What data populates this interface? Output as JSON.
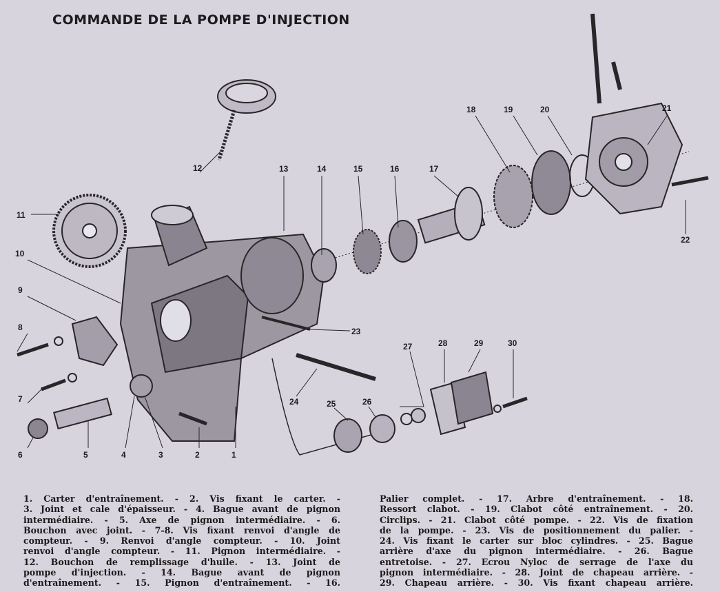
{
  "title": "COMMANDE DE LA POMPE D'INJECTION",
  "callouts": [
    "1",
    "2",
    "3",
    "4",
    "5",
    "6",
    "7",
    "8",
    "9",
    "10",
    "11",
    "12",
    "13",
    "14",
    "15",
    "16",
    "17",
    "18",
    "19",
    "20",
    "21",
    "22",
    "23",
    "24",
    "25",
    "26",
    "27",
    "28",
    "29",
    "30"
  ],
  "caption": {
    "left": [
      "1. Carter d'entraînement. - 2. Vis fixant le carter. -",
      "3. Joint et cale d'épaisseur. - 4. Bague avant de pignon",
      "intermédiaire. - 5. Axe de pignon intermédiaire. - 6.",
      "Bouchon avec joint. - 7-8. Vis fixant renvoi d'angle de",
      "compteur. - 9. Renvoi d'angle compteur. - 10. Joint",
      "renvoi d'angle compteur. - 11. Pignon intermédiaire. -",
      "12. Bouchon de remplissage d'huile. - 13. Joint de",
      "pompe d'injection. - 14. Bague avant de pignon",
      "d'entraînement. - 15. Pignon d'entraînement. - 16."
    ],
    "right": [
      "Palier complet. - 17. Arbre d'entraînement. - 18.",
      "Ressort clabot. - 19. Clabot côté entraînement. - 20.",
      "Circlips. - 21. Clabot côté pompe. - 22. Vis de fixation",
      "de la pompe. - 23. Vis de positionnement du palier. -",
      "24. Vis fixant le carter sur bloc cylindres. - 25. Bague",
      "arrière d'axe du pignon intermédiaire. - 26. Bague",
      "entretoise. - 27. Ecrou Nyloc de serrage de l'axe du",
      "pignon intermédiaire. - 28. Joint de chapeau arrière. -",
      "29. Chapeau arrière. - 30. Vis fixant chapeau arrière."
    ]
  }
}
